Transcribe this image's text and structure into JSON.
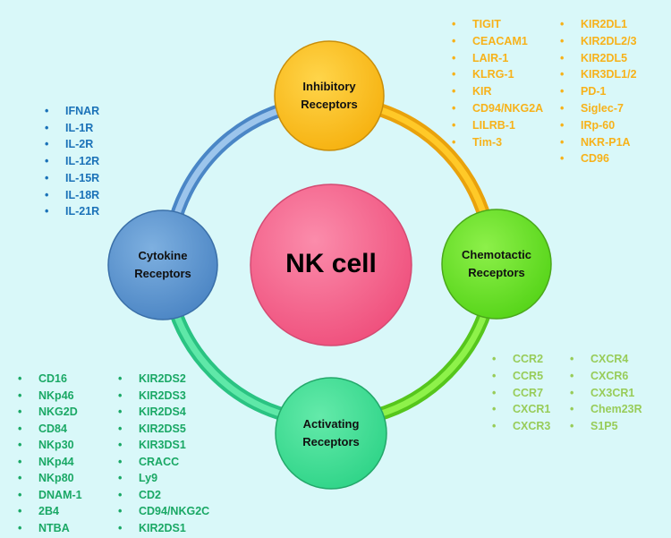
{
  "center": {
    "label": "NK cell"
  },
  "nodes": {
    "inhibitory": {
      "line1": "Inhibitory",
      "line2": "Receptors",
      "color": "#fbbf1c"
    },
    "chemotactic": {
      "line1": "Chemotactic",
      "line2": "Receptors",
      "color": "#6be323"
    },
    "activating": {
      "line1": "Activating",
      "line2": "Receptors",
      "color": "#3ddd93"
    },
    "cytokine": {
      "line1": "Cytokine",
      "line2": "Receptors",
      "color": "#5b96d1"
    }
  },
  "lists": {
    "cytokine": [
      "IFNAR",
      "IL-1R",
      "IL-2R",
      "IL-12R",
      "IL-15R",
      "IL-18R",
      "IL-21R"
    ],
    "inhibitory_col1": [
      "TIGIT",
      "CEACAM1",
      "LAIR-1",
      "KLRG-1",
      "KIR",
      "CD94/NKG2A",
      "LILRB-1",
      "Tim-3"
    ],
    "inhibitory_col2": [
      "KIR2DL1",
      "KIR2DL2/3",
      "KIR2DL5",
      "KIR3DL1/2",
      "PD-1",
      "Siglec-7",
      "IRp-60",
      "NKR-P1A",
      "CD96"
    ],
    "chemotactic_col1": [
      "CCR2",
      "CCR5",
      "CCR7",
      "CXCR1",
      "CXCR3"
    ],
    "chemotactic_col2": [
      "CXCR4",
      "CXCR6",
      "CX3CR1",
      "Chem23R",
      "S1P5"
    ],
    "activating_col1": [
      "CD16",
      "NKp46",
      "NKG2D",
      "CD84",
      "NKp30",
      "NKp44",
      "NKp80",
      "DNAM-1",
      "2B4",
      "NTBA"
    ],
    "activating_col2": [
      "KIR2DS2",
      "KIR2DS3",
      "KIR2DS4",
      "KIR2DS5",
      "KIR3DS1",
      "CRACC",
      "Ly9",
      "CD2",
      "CD94/NKG2C",
      "KIR2DS1"
    ]
  },
  "colors": {
    "background": "#d9f8f9",
    "center": "#f5648e",
    "cytokine_text": "#1b72b8",
    "inhibitory_text": "#f7b21a",
    "chemotactic_text": "#98cc59",
    "activating_text": "#1aa865"
  }
}
